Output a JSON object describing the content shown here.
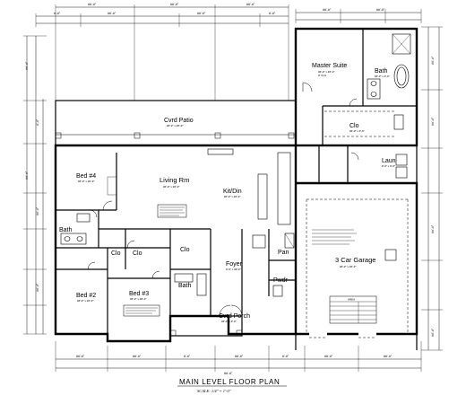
{
  "plan": {
    "title": "MAIN LEVEL FLOOR PLAN",
    "scale": "SCALE: 1/4\" = 1'-0\"",
    "rooms": {
      "master_suite": "Master Suite",
      "master_bath": "Bath",
      "master_closet": "Clo",
      "laundry": "Laun",
      "covered_patio": "Cvrd Patio",
      "bed4": "Bed #4",
      "living": "Living Rm",
      "kitchen_dining": "Kit/Din",
      "bath_left": "Bath",
      "clo_a": "Clo",
      "clo_b": "Clo",
      "clo_c": "Clo",
      "foyer": "Foyer",
      "pantry": "Pan",
      "powder": "Pwdr",
      "garage": "3 Car Garage",
      "bed2": "Bed #2",
      "bed3": "Bed #3",
      "bath_center": "Bath",
      "covered_porch": "Cvrd Porch"
    },
    "area_table": {
      "header": "AREA"
    }
  }
}
